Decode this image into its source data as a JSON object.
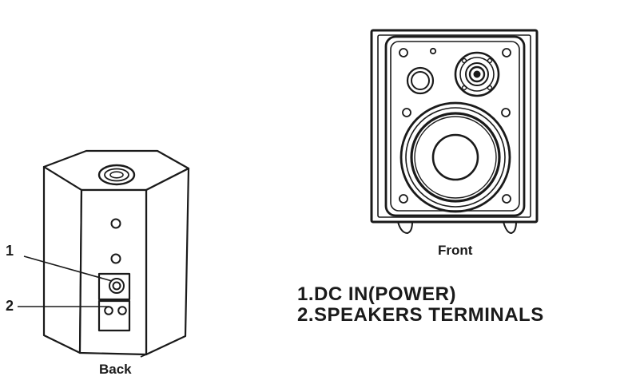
{
  "back_view": {
    "caption": "Back",
    "callouts": [
      {
        "number": "1",
        "target": "dc-in-jack"
      },
      {
        "number": "2",
        "target": "speaker-terminals"
      }
    ]
  },
  "front_view": {
    "caption": "Front"
  },
  "legend": {
    "items": [
      {
        "text": "1.DC IN(POWER)"
      },
      {
        "text": "2.SPEAKERS TERMINALS"
      }
    ]
  }
}
